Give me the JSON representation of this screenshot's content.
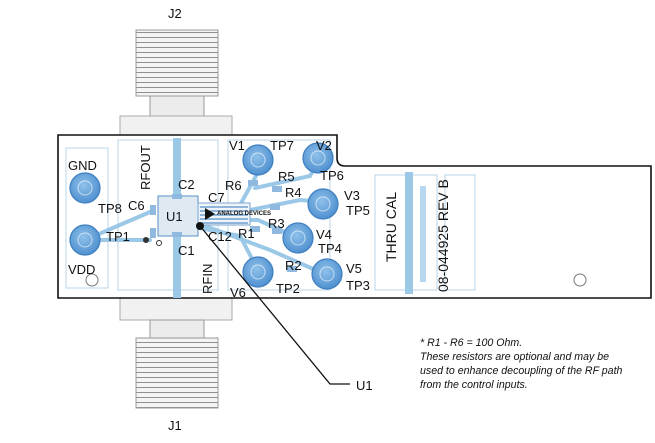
{
  "connectors": {
    "top": "J2",
    "bottom": "J1"
  },
  "board": {
    "part_number": "08-044925 REV B",
    "thru_cal": "THRU CAL"
  },
  "chip": {
    "ref": "U1",
    "logo": "ANALOG DEVICES",
    "callout": "U1"
  },
  "ports": {
    "rf_out": "RFOUT",
    "rf_in": "RFIN"
  },
  "pads": {
    "gnd": "GND",
    "vdd": "VDD",
    "tp1": "TP1",
    "tp2": "TP2",
    "tp3": "TP3",
    "tp4": "TP4",
    "tp5": "TP5",
    "tp6": "TP6",
    "tp7": "TP7",
    "tp8": "TP8",
    "v1": "V1",
    "v2": "V2",
    "v3": "V3",
    "v4": "V4",
    "v5": "V5",
    "v6": "V6"
  },
  "components": {
    "c1": "C1",
    "c2": "C2",
    "c6": "C6",
    "c7": "C7",
    "c12": "C12",
    "r1": "R1",
    "r2": "R2",
    "r3": "R3",
    "r4": "R4",
    "r5": "R5",
    "r6": "R6"
  },
  "note": {
    "line1": "* R1 - R6 = 100 Ohm.",
    "line2": "These resistors are optional and may be",
    "line3": "used to enhance decoupling of the RF path",
    "line4": "from the control inputs."
  },
  "colors": {
    "copper": "#9cc8e8",
    "pad": "#6aa7dc",
    "pad_edge": "#3f7fbf",
    "outline": "#111111",
    "body": "#cfcfcf"
  }
}
